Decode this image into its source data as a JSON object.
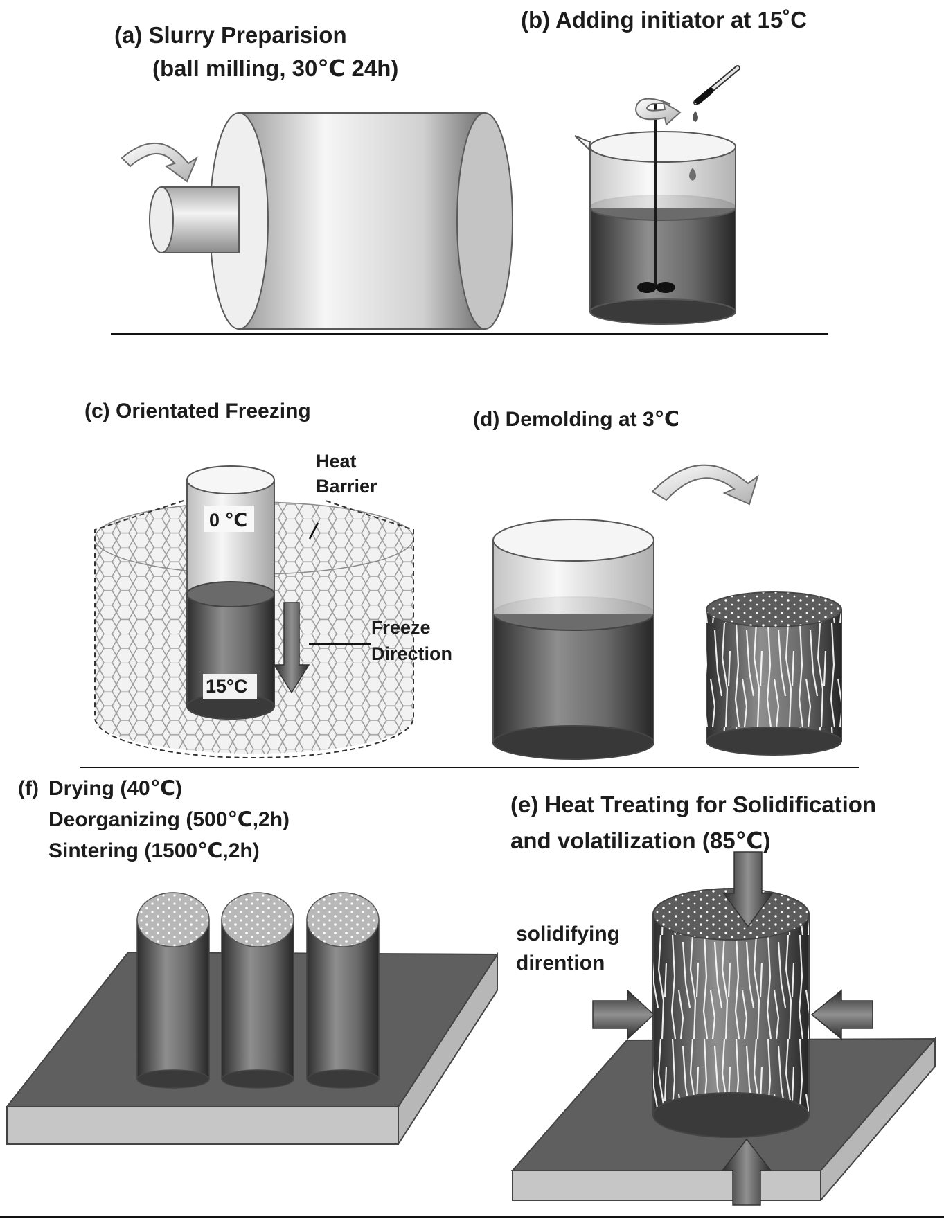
{
  "panel_a": {
    "title": "(a) Slurry Preparision",
    "subtitle": "(ball milling, 30℃ 24h)"
  },
  "panel_b": {
    "title": "(b) Adding initiator at 15˚C"
  },
  "panel_c": {
    "title": "(c)  Orientated Freezing",
    "heat_barrier_1": "Heat",
    "heat_barrier_2": "Barrier",
    "top_temp": "0 ℃",
    "bottom_temp": "15°C",
    "freeze_1": "Freeze",
    "freeze_2": "Direction"
  },
  "panel_d": {
    "title": "(d) Demolding at 3℃"
  },
  "panel_f": {
    "label": "(f)",
    "line1": "Drying (40℃)",
    "line2": "Deorganizing (500℃,2h)",
    "line3": "Sintering (1500℃,2h)"
  },
  "panel_e": {
    "line1": "(e) Heat Treating for Solidification",
    "line2": "and volatilization (85℃)",
    "solid_1": "solidifying",
    "solid_2": "dirention"
  },
  "colors": {
    "slurry_dark": "#4a4a4a",
    "metal_light": "#f4f4f4",
    "text": "#1c1c1c"
  }
}
